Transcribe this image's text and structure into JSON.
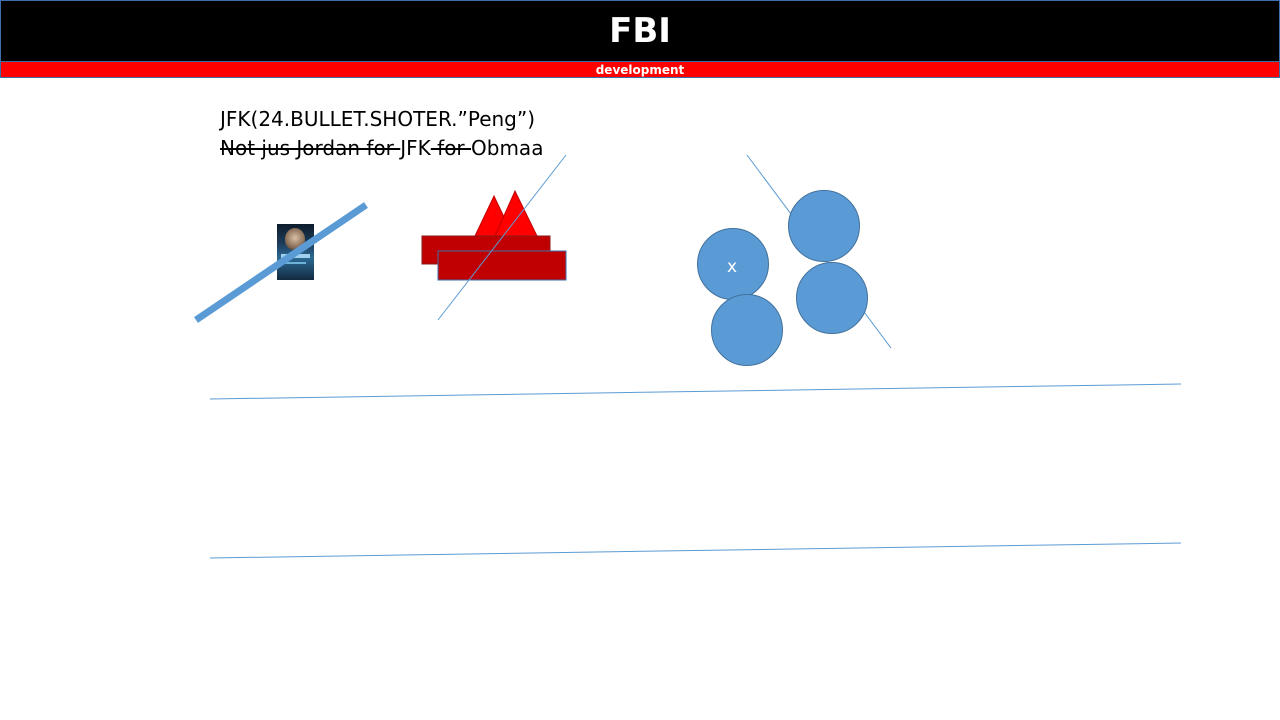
{
  "header": {
    "title": "FBI",
    "subtitle": "development"
  },
  "content": {
    "line1": "JFK(24.BULLET.SHOTER.”Peng”)",
    "line2_strike_a": "Not jus Jordan for ",
    "line2_plain_a": "JFK",
    "line2_strike_b": " for ",
    "line2_plain_b": "Obmaa"
  },
  "circles": {
    "marked_label": "x"
  },
  "colors": {
    "title_bg": "#000000",
    "subtitle_bg": "#ff0000",
    "circle_fill": "#5b9bd5",
    "dark_red": "#c00000",
    "bright_red": "#ff0000",
    "line_blue": "#5b9bd5"
  },
  "icons": {
    "poster": "movie-poster-thumbnail"
  }
}
